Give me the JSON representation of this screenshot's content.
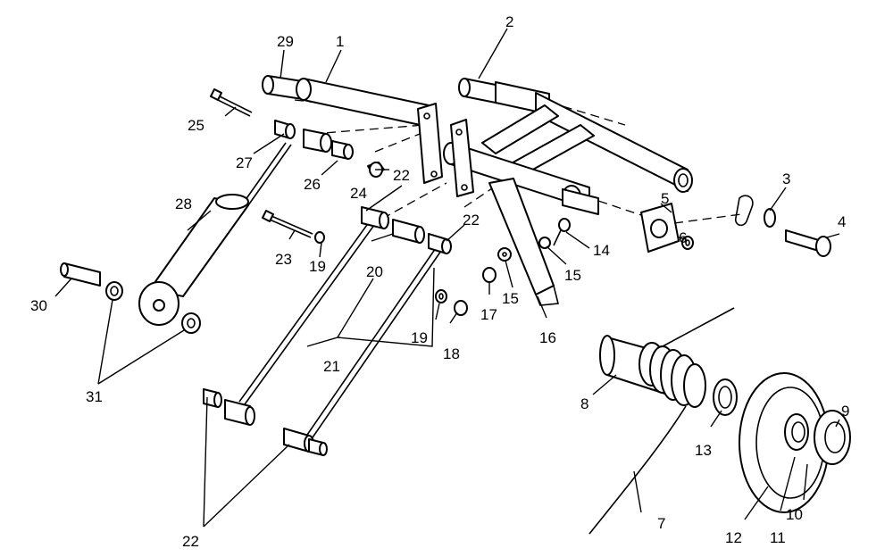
{
  "diagram": {
    "type": "exploded-parts-view",
    "callouts": [
      {
        "id": "c1",
        "text": "1"
      },
      {
        "id": "c2",
        "text": "2"
      },
      {
        "id": "c3",
        "text": "3"
      },
      {
        "id": "c4",
        "text": "4"
      },
      {
        "id": "c5",
        "text": "5"
      },
      {
        "id": "c6",
        "text": "6"
      },
      {
        "id": "c7",
        "text": "7"
      },
      {
        "id": "c8",
        "text": "8"
      },
      {
        "id": "c9",
        "text": "9"
      },
      {
        "id": "c10",
        "text": "10"
      },
      {
        "id": "c11",
        "text": "11"
      },
      {
        "id": "c12",
        "text": "12"
      },
      {
        "id": "c13",
        "text": "13"
      },
      {
        "id": "c14",
        "text": "14"
      },
      {
        "id": "c15a",
        "text": "15"
      },
      {
        "id": "c15b",
        "text": "15"
      },
      {
        "id": "c16",
        "text": "16"
      },
      {
        "id": "c17",
        "text": "17"
      },
      {
        "id": "c18",
        "text": "18"
      },
      {
        "id": "c19a",
        "text": "19"
      },
      {
        "id": "c19b",
        "text": "19"
      },
      {
        "id": "c20",
        "text": "20"
      },
      {
        "id": "c21",
        "text": "21"
      },
      {
        "id": "c22a",
        "text": "22"
      },
      {
        "id": "c22b",
        "text": "22"
      },
      {
        "id": "c22c",
        "text": "22"
      },
      {
        "id": "c23",
        "text": "23"
      },
      {
        "id": "c24",
        "text": "24"
      },
      {
        "id": "c25",
        "text": "25"
      },
      {
        "id": "c26",
        "text": "26"
      },
      {
        "id": "c27",
        "text": "27"
      },
      {
        "id": "c28",
        "text": "28"
      },
      {
        "id": "c29",
        "text": "29"
      },
      {
        "id": "c30",
        "text": "30"
      },
      {
        "id": "c31",
        "text": "31"
      }
    ]
  }
}
